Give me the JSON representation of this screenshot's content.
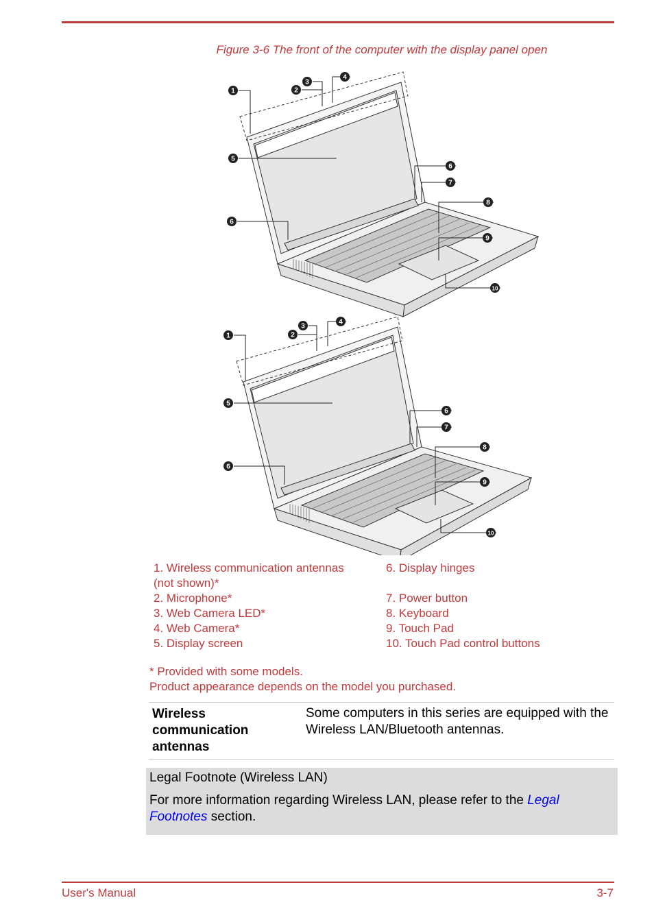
{
  "figure": {
    "caption": "Figure 3-6 The front of the computer with the display panel open",
    "callouts_top": [
      "1",
      "2",
      "3",
      "4",
      "5",
      "6",
      "6",
      "7",
      "8",
      "9",
      "10"
    ],
    "callouts_bottom": [
      "1",
      "2",
      "3",
      "4",
      "5",
      "6",
      "6",
      "7",
      "8",
      "9",
      "10"
    ]
  },
  "legend": {
    "left": [
      {
        "line1": "1. Wireless communication antennas",
        "line2": "(not shown)*"
      },
      {
        "line1": "2. Microphone*"
      },
      {
        "line1": "3. Web Camera LED*"
      },
      {
        "line1": "4. Web Camera*"
      },
      {
        "line1": "5. Display screen"
      }
    ],
    "right": [
      {
        "line1": "6. Display hinges"
      },
      {
        "line1": "7. Power button"
      },
      {
        "line1": "8. Keyboard"
      },
      {
        "line1": "9. Touch Pad"
      },
      {
        "line1": "10. Touch Pad control buttons"
      }
    ]
  },
  "notes": {
    "provided": "* Provided with some models.",
    "appearance": "Product appearance depends on the model you purchased."
  },
  "definition": {
    "term_line1": "Wireless",
    "term_line2": "communication",
    "term_line3": "antennas",
    "description": "Some computers in this series are equipped with the Wireless LAN/Bluetooth antennas."
  },
  "legal_footnote": {
    "title": "Legal Footnote (Wireless LAN)",
    "text_before": "For more information regarding Wireless LAN, please refer to the ",
    "link_text": "Legal Footnotes",
    "text_after": " section."
  },
  "footer": {
    "left": "User's Manual",
    "right": "3-7"
  },
  "colors": {
    "accent": "#c0393b",
    "link": "#0000ee",
    "footnote_bg": "#dcdcdc"
  }
}
